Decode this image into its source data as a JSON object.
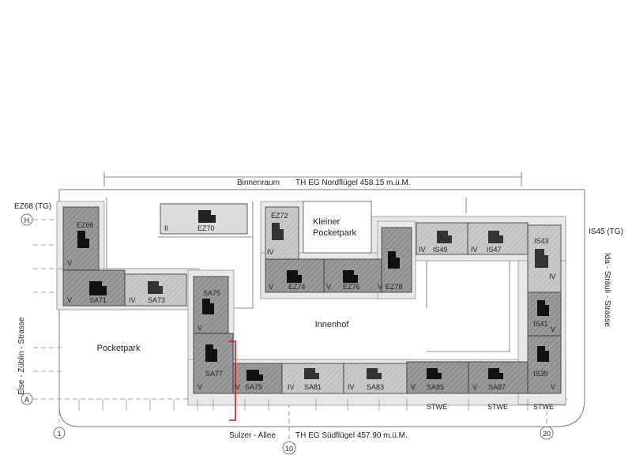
{
  "header": {
    "binnenraum": "Binnenraum",
    "north_level": "TH EG Nordflügel 458.15 m.ü.M."
  },
  "footer": {
    "sulzer": "Sulzer - Allee",
    "south_level": "TH EG Südflügel 457.90 m.ü.M."
  },
  "streets": {
    "west": "Else - Züblin - Strasse",
    "east": "Ida - Sträuli - Strasse"
  },
  "corner_labels": {
    "ez68": "EZ68 (TG)",
    "is45": "IS45 (TG)"
  },
  "areas": {
    "innenhof": "Innenhof",
    "pocketpark": "Pocketpark",
    "kleiner_1": "Kleiner",
    "kleiner_2": "Pocketpark"
  },
  "grid_markers": {
    "h": "H",
    "a": "A",
    "one": "1",
    "ten": "10",
    "twenty": "20"
  },
  "units": {
    "ez66": "EZ66",
    "ez70": "EZ70",
    "ez72": "EZ72",
    "ez74": "EZ74",
    "ez76": "EZ76",
    "ez78": "EZ78",
    "sa71": "SA71",
    "sa73": "SA73",
    "sa75": "SA75",
    "sa77": "SA77",
    "sa79": "SA79",
    "sa81": "SA81",
    "sa83": "SA83",
    "sa85": "SA85",
    "sa87": "SA87",
    "is49": "IS49",
    "is47": "IS47",
    "is43": "IS43",
    "is41": "IS41",
    "is39": "IS39"
  },
  "storeys": {
    "ii": "II",
    "iv": "IV",
    "v": "V"
  },
  "stwe": "STWE"
}
